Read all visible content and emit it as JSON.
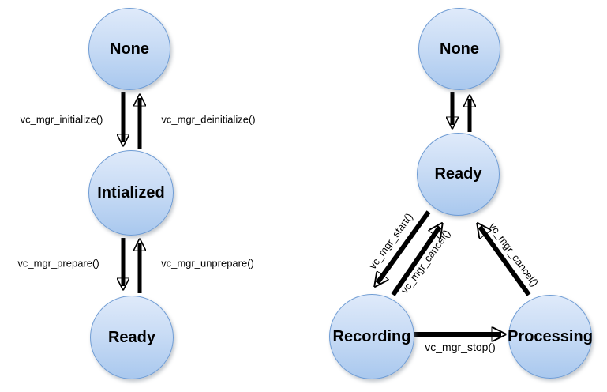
{
  "colors": {
    "background": "#ffffff",
    "node_fill_top": "#dfeafa",
    "node_fill_bottom": "#a9c8ee",
    "node_border": "#6f9cd4",
    "arrow": "#000000",
    "text": "#000000"
  },
  "diagrams": {
    "left": {
      "nodes": {
        "none": "None",
        "intialized": "Intialized",
        "ready": "Ready"
      },
      "edges": {
        "initialize": "vc_mgr_initialize()",
        "deinitialize": "vc_mgr_deinitialize()",
        "prepare": "vc_mgr_prepare()",
        "unprepare": "vc_mgr_unprepare()"
      }
    },
    "right": {
      "nodes": {
        "none": "None",
        "ready": "Ready",
        "recording": "Recording",
        "processing": "Processing"
      },
      "edges": {
        "start": "vc_mgr_start()",
        "cancel_from_recording": "vc_mgr_cancel()",
        "cancel_from_processing": "vc_mgr_cancel()",
        "stop": "vc_mgr_stop()"
      }
    }
  }
}
